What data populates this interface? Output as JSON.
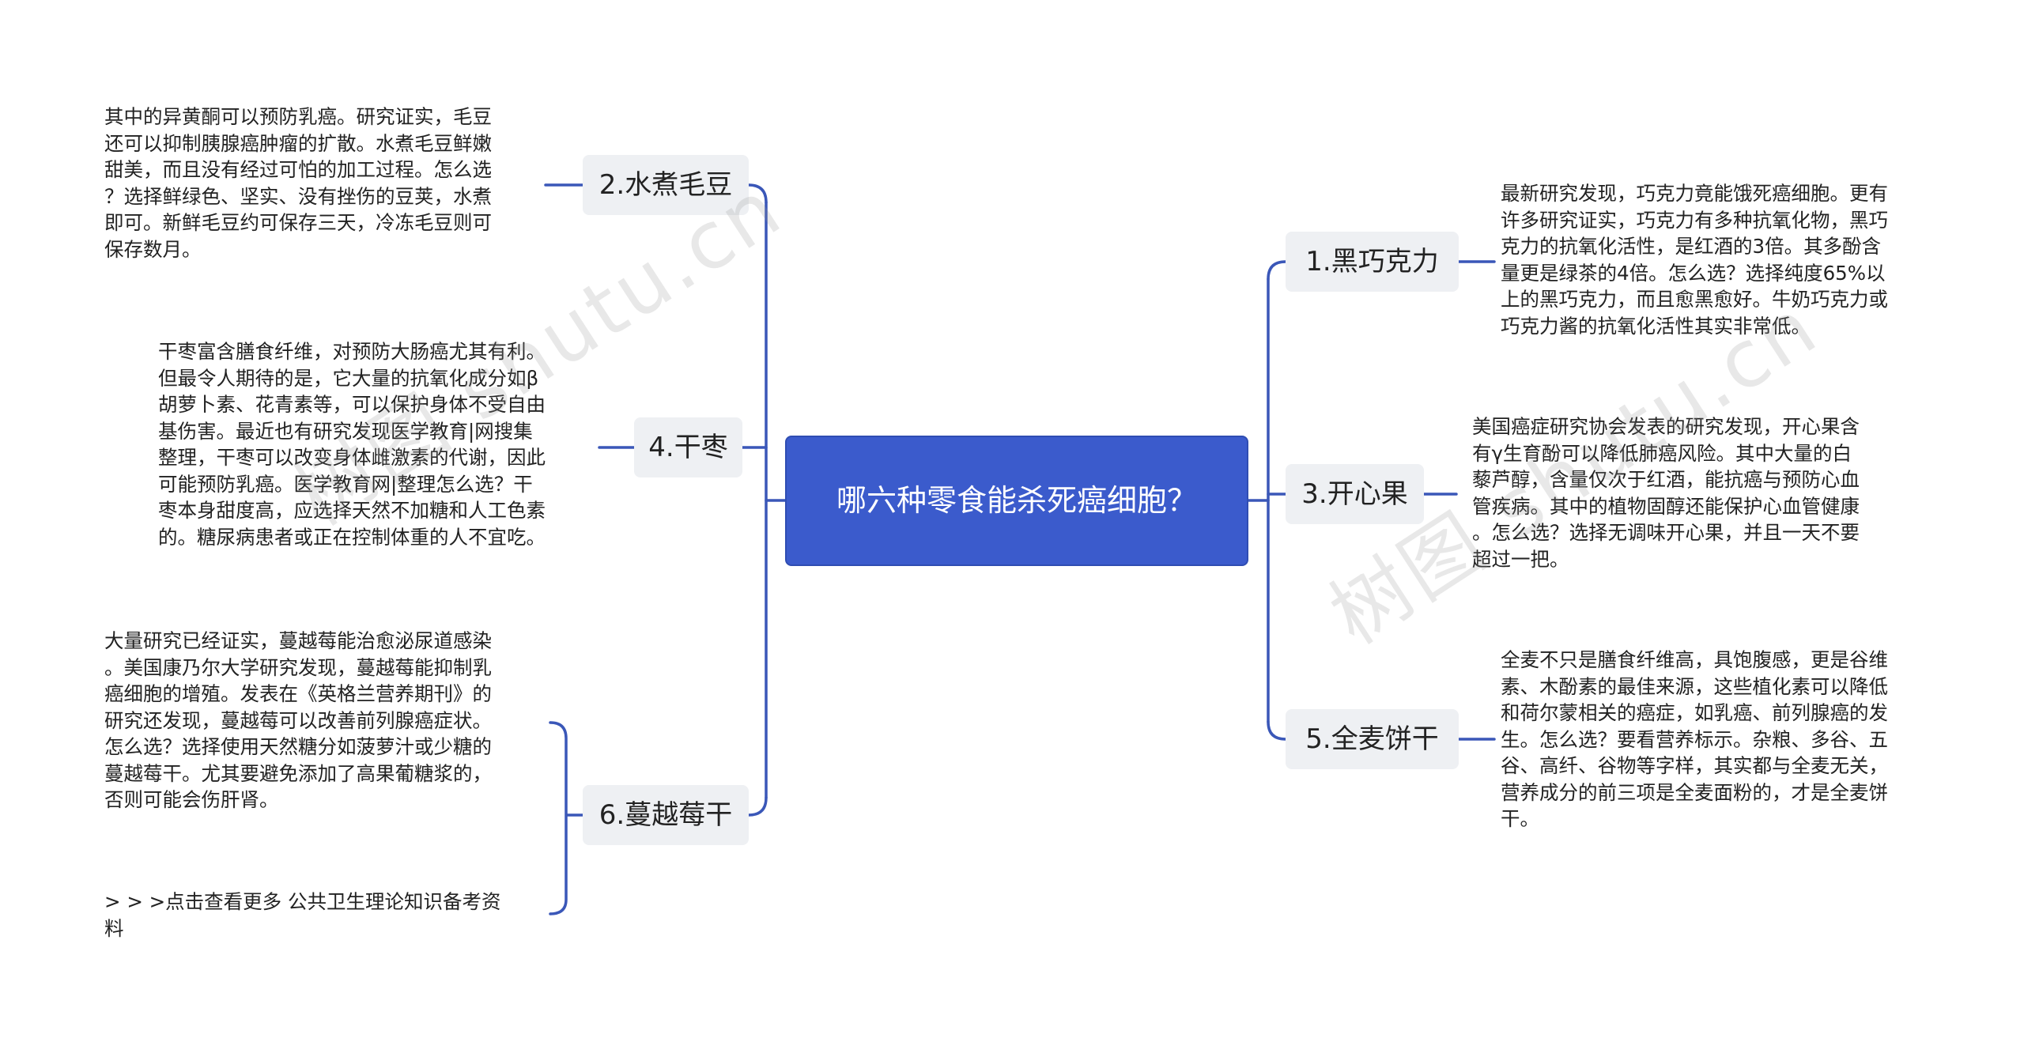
{
  "root": {
    "title": "哪六种零食能杀死癌细胞？"
  },
  "topics": {
    "t1": {
      "label": "1.黑巧克力",
      "note": "最新研究发现，巧克力竟能饿死癌细胞。更有\n许多研究证实，巧克力有多种抗氧化物，黑巧\n克力的抗氧化活性，是红酒的3倍。其多酚含\n量更是绿茶的4倍。怎么选？选择纯度65%以\n上的黑巧克力，而且愈黑愈好。牛奶巧克力或\n巧克力酱的抗氧化活性其实非常低。"
    },
    "t2": {
      "label": "2.水煮毛豆",
      "note": "其中的异黄酮可以预防乳癌。研究证实，毛豆\n还可以抑制胰腺癌肿瘤的扩散。水煮毛豆鲜嫩\n甜美，而且没有经过可怕的加工过程。怎么选\n？选择鲜绿色、坚实、没有挫伤的豆荚，水煮\n即可。新鲜毛豆约可保存三天，冷冻毛豆则可\n保存数月。"
    },
    "t3": {
      "label": "3.开心果",
      "note": "美国癌症研究协会发表的研究发现，开心果含\n有γ生育酚可以降低肺癌风险。其中大量的白\n藜芦醇，含量仅次于红酒，能抗癌与预防心血\n管疾病。其中的植物固醇还能保护心血管健康\n。怎么选？选择无调味开心果，并且一天不要\n超过一把。"
    },
    "t4": {
      "label": "4.干枣",
      "note": "干枣富含膳食纤维，对预防大肠癌尤其有利。\n但最令人期待的是，它大量的抗氧化成分如β\n胡萝卜素、花青素等，可以保护身体不受自由\n基伤害。最近也有研究发现医学教育|网搜集\n整理，干枣可以改变身体雌激素的代谢，因此\n可能预防乳癌。医学教育网|整理怎么选？干\n枣本身甜度高，应选择天然不加糖和人工色素\n的。糖尿病患者或正在控制体重的人不宜吃。"
    },
    "t5": {
      "label": "5.全麦饼干",
      "note": "全麦不只是膳食纤维高，具饱腹感，更是谷维\n素、木酚素的最佳来源，这些植化素可以降低\n和荷尔蒙相关的癌症，如乳癌、前列腺癌的发\n生。怎么选？要看营养标示。杂粮、多谷、五\n谷、高纤、谷物等字样，其实都与全麦无关，\n营养成分的前三项是全麦面粉的，才是全麦饼\n干。"
    },
    "t6": {
      "label": "6.蔓越莓干",
      "note": "大量研究已经证实，蔓越莓能治愈泌尿道感染\n。美国康乃尔大学研究发现，蔓越莓能抑制乳\n癌细胞的增殖。发表在《英格兰营养期刊》的\n研究还发现，蔓越莓可以改善前列腺癌症状。\n怎么选？选择使用天然糖分如菠萝汁或少糖的\n蔓越莓干。尤其要避免添加了高果葡糖浆的，\n否则可能会伤肝肾。",
      "link": "> > >点击查看更多 公共卫生理论知识备考资\n料"
    }
  },
  "watermarks": [
    "树图 shutu.cn",
    "树图 shutu.cn"
  ],
  "colors": {
    "line": "#3a57b8",
    "root_bg": "#3b5bcc",
    "topic_bg": "#eef0f3"
  }
}
